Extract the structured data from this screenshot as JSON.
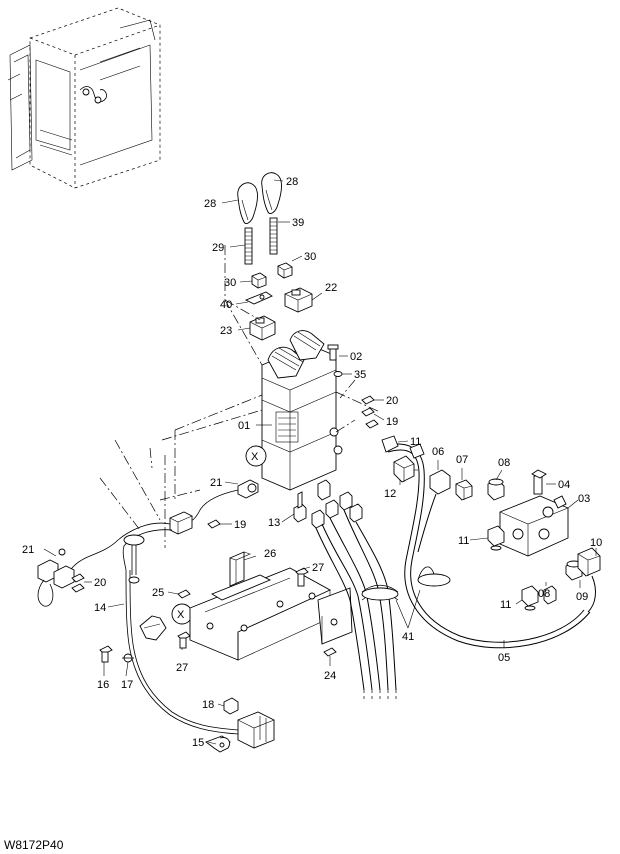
{
  "diagram": {
    "reference_code": "W8172P40",
    "view_marker": "X",
    "callouts": {
      "c28a": "28",
      "c28b": "28",
      "c39": "39",
      "c29": "29",
      "c30a": "30",
      "c30b": "30",
      "c22": "22",
      "c40": "40",
      "c23": "23",
      "c02": "02",
      "c35": "35",
      "c20a": "20",
      "c19a": "19",
      "c01": "01",
      "c11a": "11",
      "c06": "06",
      "c07": "07",
      "c08a": "08",
      "c04": "04",
      "c03": "03",
      "c12": "12",
      "c21a": "21",
      "c19b": "19",
      "c13": "13",
      "c21b": "21",
      "c20b": "20",
      "c26": "26",
      "c11b": "11",
      "c10": "10",
      "c27a": "27",
      "c25": "25",
      "c14": "14",
      "c08b": "08",
      "c09": "09",
      "c11c": "11",
      "c41": "41",
      "c27b": "27",
      "c16": "16",
      "c17": "17",
      "c24": "24",
      "c05": "05",
      "c18": "18",
      "c15": "15"
    }
  }
}
